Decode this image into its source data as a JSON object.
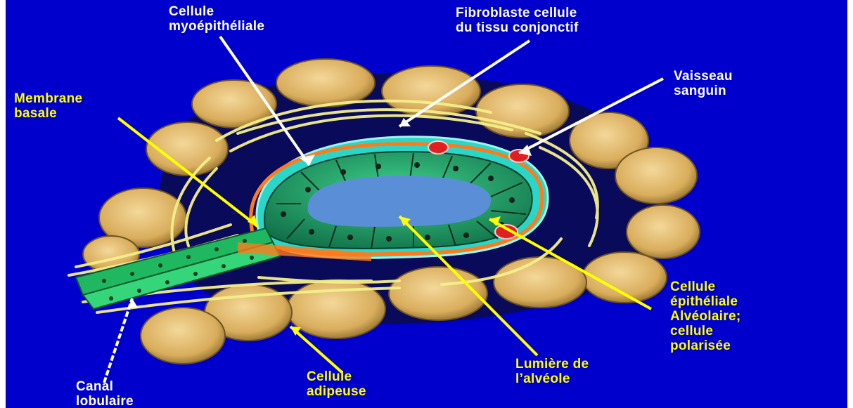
{
  "labels": {
    "cellule_myoepitheliale": [
      "Cellule",
      "myoépithéliale"
    ],
    "fibroblaste": [
      "Fibroblaste cellule",
      "du tissu conjonctif"
    ],
    "vaisseau_sanguin": [
      "Vaisseau",
      "sanguin"
    ],
    "membrane_basale": [
      "Membrane",
      "basale"
    ],
    "cellule_epitheliale": [
      "Cellule",
      "épithéliale",
      "Alvéolaire;",
      "cellule",
      "polarisée"
    ],
    "lumiere": [
      "Lumière de",
      "l’alvéole"
    ],
    "cellule_adipeuse": [
      "Cellule",
      "adipeuse"
    ],
    "canal_lobulaire": [
      "Canal",
      "lobulaire"
    ]
  },
  "colors": {
    "background": "#0000cc",
    "white_label": "#ffffff",
    "yellow_label": "#ffff00",
    "adipocyte": "#e8c27a",
    "epithelium": "#1fa36b",
    "lumen": "#5a8fd8",
    "fibers": "#f4f08a",
    "vessel": "#e02020"
  }
}
